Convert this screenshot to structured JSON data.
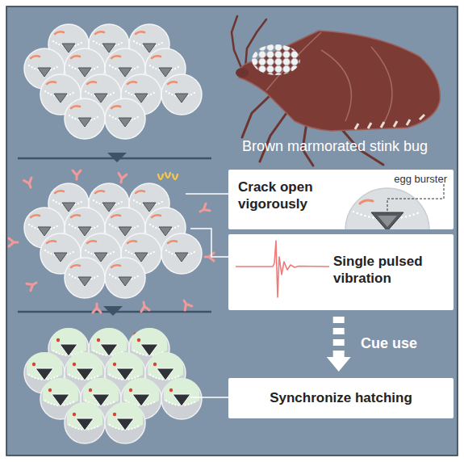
{
  "diagram": {
    "nodes": [
      {
        "text": [
          "Crack open vigorously",
          "egg burster"
        ]
      },
      {
        "text": [
          "Single pulsed vibration"
        ]
      },
      {
        "text": [
          "Synchronize hatching"
        ]
      }
    ],
    "edges": [
      {
        "from": 1,
        "to": 2,
        "arrow": "to",
        "label": "Cue use"
      }
    ],
    "labels": [
      "Brown marmorated stink bug"
    ]
  }
}
